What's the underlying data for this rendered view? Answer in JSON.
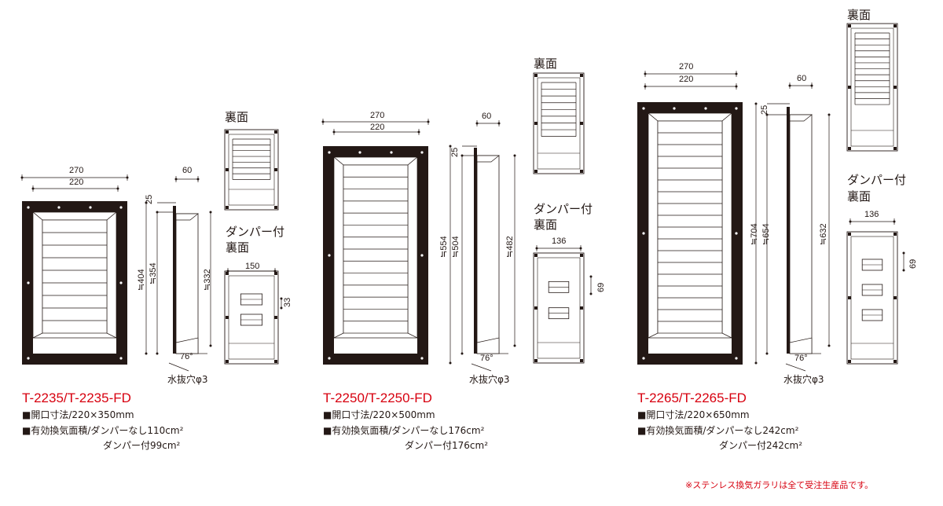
{
  "colors": {
    "model": "#d7000f",
    "line": "#231815",
    "dark": "#231815",
    "panel": "#ffffff"
  },
  "products": [
    {
      "model": "T-2235/T-2235-FD",
      "spec_opening": "■開口寸法/220×350mm",
      "spec_area": "■有効換気面積/ダンパーなし110cm²",
      "spec_area_damper": "ダンパー付99cm²",
      "dim_outer_w": "270",
      "dim_inner_w": "220",
      "dim_depth": "60",
      "dim_top": "25",
      "dim_h1": "≒404",
      "dim_h2": "≒354",
      "dim_h3": "≒332",
      "angle": "76°",
      "drain": "水抜穴φ3",
      "back_label": "裏面",
      "damper_label_1": "ダンパー付",
      "damper_label_2": "裏面",
      "damper_w": "150",
      "damper_h": "33"
    },
    {
      "model": "T-2250/T-2250-FD",
      "spec_opening": "■開口寸法/220×500mm",
      "spec_area": "■有効換気面積/ダンパーなし176cm²",
      "spec_area_damper": "ダンパー付176cm²",
      "dim_outer_w": "270",
      "dim_inner_w": "220",
      "dim_depth": "60",
      "dim_top": "25",
      "dim_h1": "≒554",
      "dim_h2": "≒504",
      "dim_h3": "≒482",
      "angle": "76°",
      "drain": "水抜穴φ3",
      "back_label": "裏面",
      "damper_label_1": "ダンパー付",
      "damper_label_2": "裏面",
      "damper_w": "136",
      "damper_h": "69"
    },
    {
      "model": "T-2265/T-2265-FD",
      "spec_opening": "■開口寸法/220×650mm",
      "spec_area": "■有効換気面積/ダンパーなし242cm²",
      "spec_area_damper": "ダンパー付242cm²",
      "dim_outer_w": "270",
      "dim_inner_w": "220",
      "dim_depth": "60",
      "dim_top": "25",
      "dim_h1": "≒704",
      "dim_h2": "≒654",
      "dim_h3": "≒632",
      "angle": "76°",
      "drain": "水抜穴φ3",
      "back_label": "裏面",
      "damper_label_1": "ダンパー付",
      "damper_label_2": "裏面",
      "damper_w": "136",
      "damper_h": "69"
    }
  ],
  "footnote": "※ステンレス換気ガラリは全て受注生産品です。"
}
